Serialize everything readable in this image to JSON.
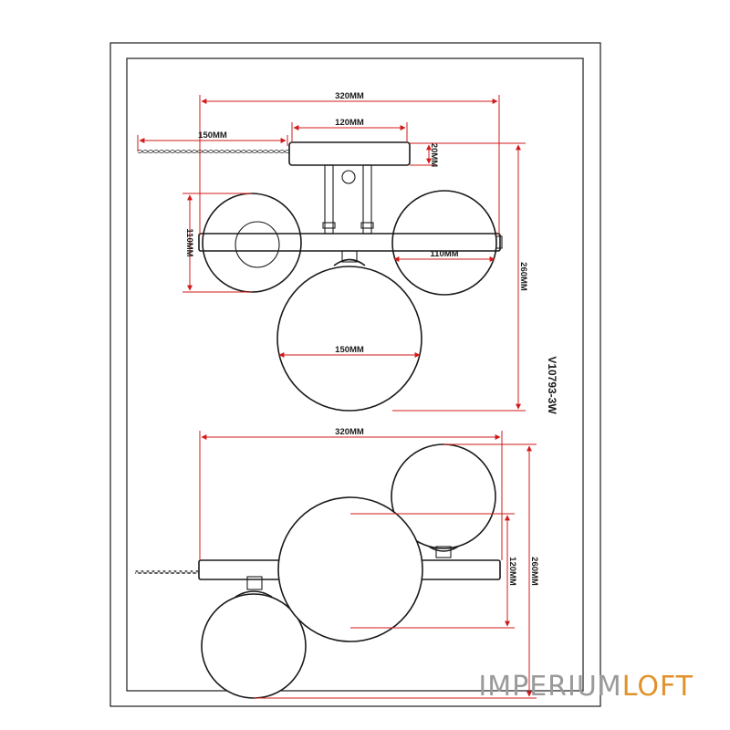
{
  "model": "V10793-3W",
  "brand": {
    "part1": "IMPERIUM",
    "part2": "LOFT"
  },
  "colors": {
    "dimension_line": "#d11a1a",
    "outline": "#1a1a1a",
    "brand_grey": "#9a9a9a",
    "brand_orange": "#e0912a"
  },
  "top_view": {
    "overall_width": "320MM",
    "canopy_width": "120MM",
    "chain_length": "150MM",
    "canopy_height": "20MM",
    "small_globe_height": "110MM",
    "small_globe_width": "110MM",
    "overall_height": "260MM",
    "large_globe_width": "150MM"
  },
  "side_view": {
    "overall_width": "320MM",
    "overall_height": "260MM",
    "globe_offset": "120MM"
  }
}
